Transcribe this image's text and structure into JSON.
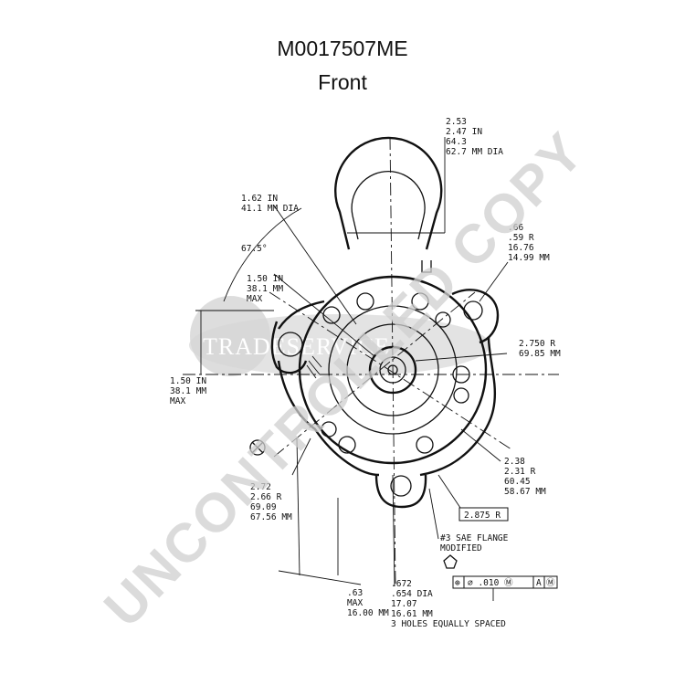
{
  "title": "M0017507ME",
  "subtitle": "Front",
  "watermark": {
    "main": "UNCONTROLLED COPY",
    "logo": "TRADESERVICE"
  },
  "dimensions": {
    "top_right": [
      "2.53",
      "2.47 IN",
      "64.3",
      "62.7 MM DIA"
    ],
    "upper_left": [
      "1.62 IN",
      "41.1 MM DIA"
    ],
    "angle": "67.5°",
    "ear_radius": [
      ".66",
      ".59 R",
      "16.76",
      "14.99 MM"
    ],
    "mid_left": [
      "1.50 IN",
      "38.1 MM",
      "MAX"
    ],
    "bore_radius": [
      "2.750 R",
      "69.85 MM"
    ],
    "left_max": [
      "1.50 IN",
      "38.1 MM",
      "MAX"
    ],
    "flange_radius": [
      "2.38",
      "2.31 R",
      "60.45",
      "58.67 MM"
    ],
    "lower_left_radius": [
      "2.72",
      "2.66 R",
      "69.09",
      "67.56 MM"
    ],
    "basic_radius": "2.875 R",
    "flange_note": [
      "#3 SAE FLANGE",
      "MODIFIED"
    ],
    "hole_note": [
      ".672",
      ".654 DIA",
      "17.07",
      "16.61 MM",
      "3 HOLES EQUALLY SPACED"
    ],
    "bottom_max": [
      ".63",
      "MAX",
      "16.00 MM"
    ],
    "feature_control": [
      "⊕",
      "∅ .010 Ⓜ",
      "A",
      "Ⓜ"
    ]
  }
}
